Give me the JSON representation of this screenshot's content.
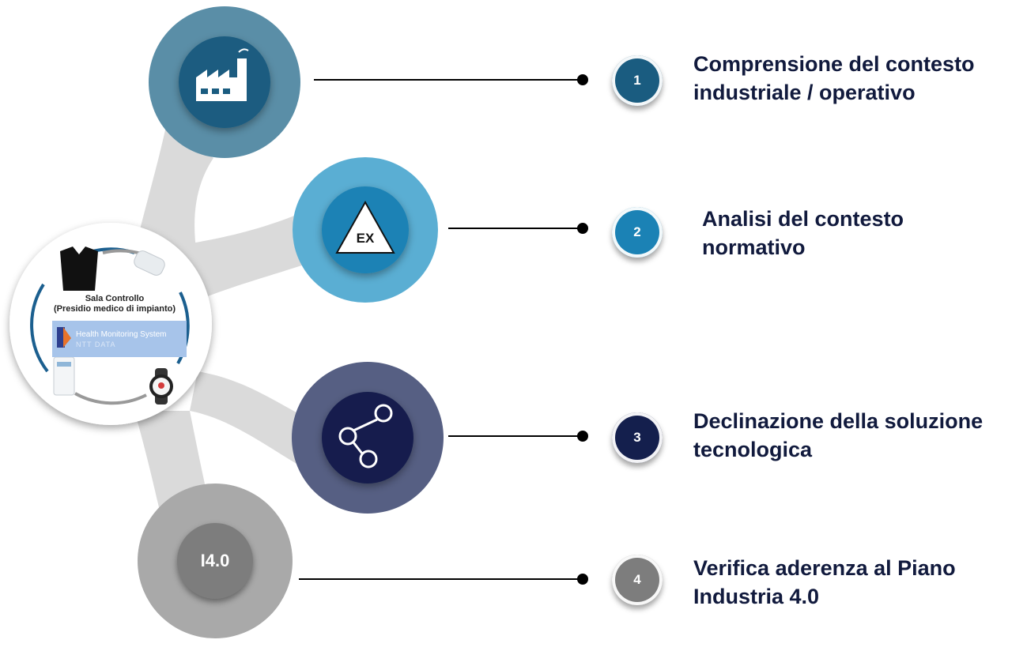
{
  "steps": [
    {
      "number": "1",
      "line1": "Comprensione del contesto",
      "line2": "industriale / operativo",
      "color": "#1a5c80",
      "ring": "#5a8ea7",
      "icon": "factory-icon"
    },
    {
      "number": "2",
      "line1": "Analisi del contesto",
      "line2": "normativo",
      "color": "#1b82b5",
      "ring": "#5aaed3",
      "icon": "ex-warning-icon"
    },
    {
      "number": "3",
      "line1": "Declinazione della soluzione",
      "line2": "tecnologica",
      "color": "#141f4d",
      "ring": "#565f83",
      "icon": "share-nodes-icon"
    },
    {
      "number": "4",
      "line1": "Verifica aderenza al Piano",
      "line2": "Industria 4.0",
      "color": "#7d7d7d",
      "ring": "#a9a9a9",
      "icon": "i40-label"
    }
  ],
  "icon_labels": {
    "ex": "EX",
    "i40": "I4.0"
  },
  "center": {
    "title_line1": "Sala Controllo",
    "title_line2": "(Presidio medico di impianto)",
    "system_name": "Health Monitoring System",
    "company": "NTT DATA"
  },
  "colors": {
    "text": "#111a3d",
    "branch": "#dadada",
    "connector": "#000000"
  }
}
